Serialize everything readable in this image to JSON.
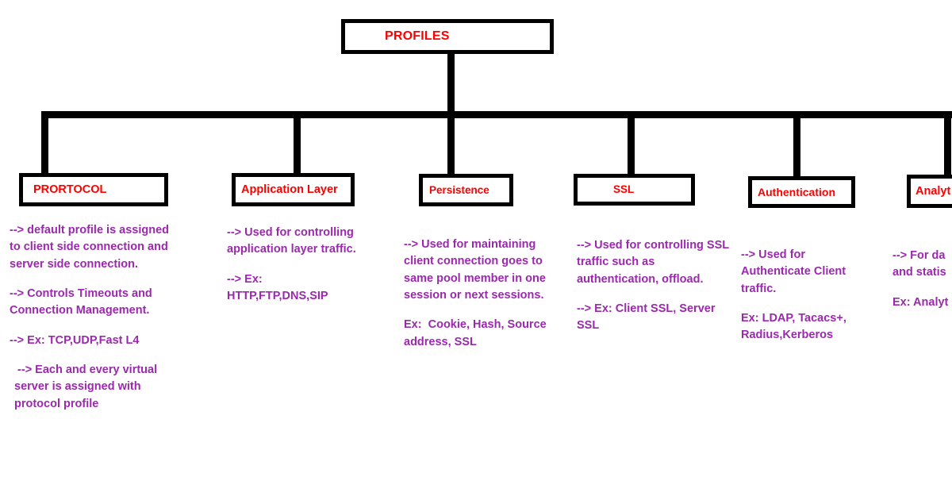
{
  "diagram": {
    "type": "tree-hierarchy",
    "root": {
      "label": "PROFILES",
      "text_color": "#ff0000"
    },
    "node_text_color": "#ff0000",
    "body_text_color": "#9b28ae",
    "line_color": "#000000",
    "background_color": "#ffffff",
    "children": [
      {
        "label": "PRORTOCOL",
        "blocks": [
          "--> default profile is assigned to client side connection and server side connection.",
          "--> Controls Timeouts and Connection Management.",
          "--> Ex: TCP,UDP,Fast L4",
          " --> Each and every virtual server is assigned with protocol profile"
        ]
      },
      {
        "label": "Application Layer",
        "blocks": [
          "--> Used for controlling application layer traffic.",
          "--> Ex:\nHTTP,FTP,DNS,SIP"
        ]
      },
      {
        "label": "Persistence",
        "blocks": [
          "--> Used for maintaining client connection goes to same pool member in one session or next sessions.",
          "Ex:  Cookie, Hash, Source address, SSL"
        ]
      },
      {
        "label": "SSL",
        "blocks": [
          "--> Used for controlling SSL traffic such as authentication, offload.",
          "--> Ex: Client SSL, Server SSL"
        ]
      },
      {
        "label": "Authentication",
        "blocks": [
          "--> Used for Authenticate Client traffic.",
          "Ex: LDAP, Tacacs+, Radius,Kerberos"
        ]
      },
      {
        "label": "Analyt",
        "blocks": [
          "--> For da\nand statis",
          "Ex: Analyt"
        ]
      }
    ]
  }
}
